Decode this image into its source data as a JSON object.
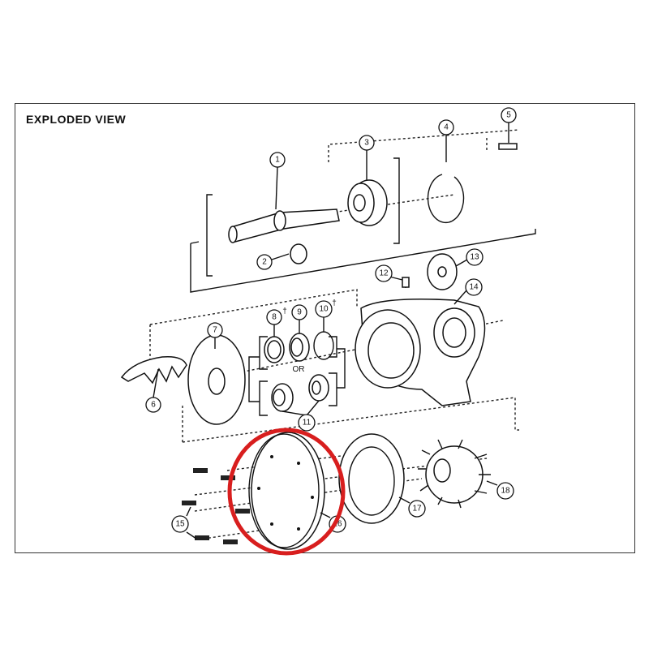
{
  "title": "EXPLODED VIEW",
  "or_label": "OR",
  "callouts": {
    "c1": "1",
    "c2": "2",
    "c3": "3",
    "c4": "4",
    "c5": "5",
    "c6": "6",
    "c7": "7",
    "c8": "8",
    "c9": "9",
    "c10": "10",
    "c11": "11",
    "c12": "12",
    "c13": "13",
    "c14": "14",
    "c15": "15",
    "c16": "16",
    "c17": "17",
    "c18": "18"
  },
  "dagger": "†",
  "highlight_color": "#d81e1e"
}
